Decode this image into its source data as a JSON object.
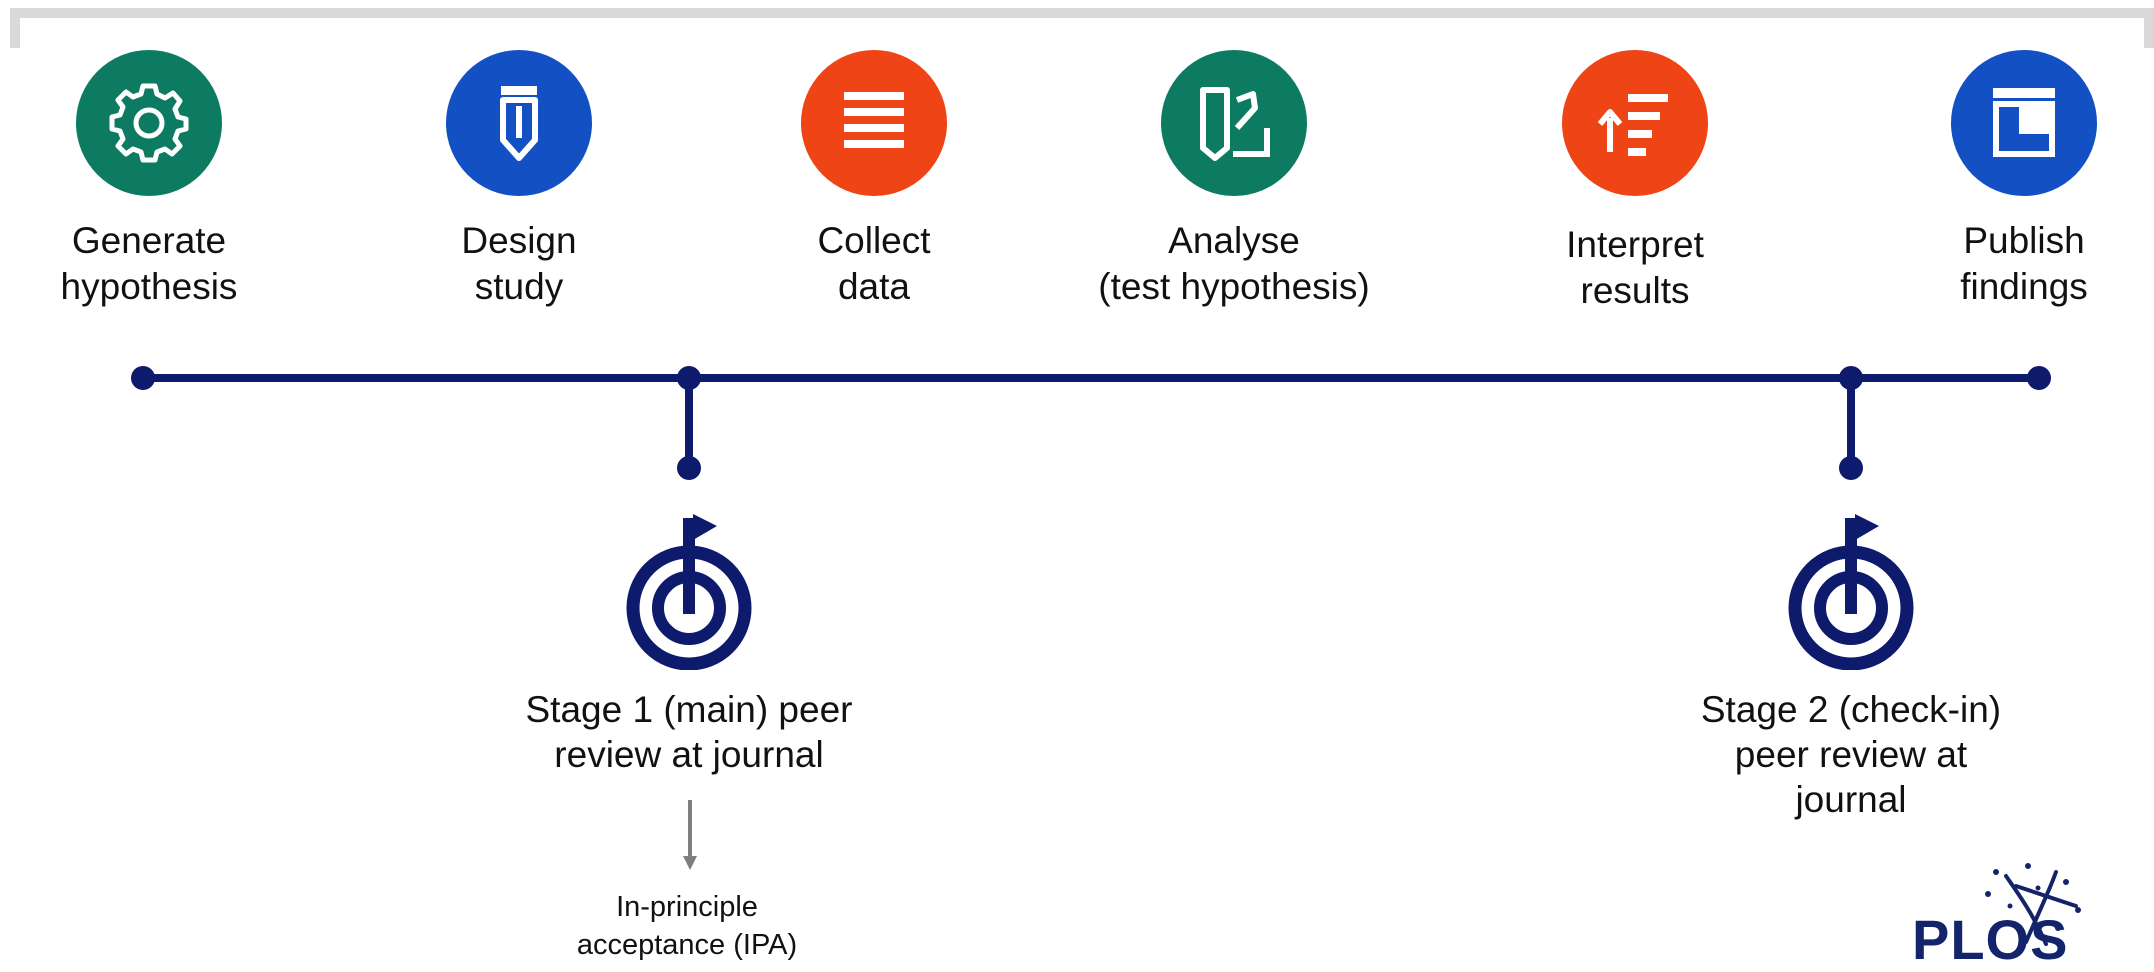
{
  "steps": [
    {
      "label": "Generate\nhypothesis",
      "icon": "gear-icon",
      "color": "#0d7b62"
    },
    {
      "label": "Design\nstudy",
      "icon": "pencil-icon",
      "color": "#1350c4"
    },
    {
      "label": "Collect\ndata",
      "icon": "list-icon",
      "color": "#ee4416"
    },
    {
      "label": "Analyse\n(test hypothesis)",
      "icon": "analyse-icon",
      "color": "#0d7b62"
    },
    {
      "label": "Interpret\nresults",
      "icon": "sort-icon",
      "color": "#ee4416"
    },
    {
      "label": "Publish\nfindings",
      "icon": "window-icon",
      "color": "#1350c4"
    }
  ],
  "reviews": [
    {
      "label": "Stage 1 (main) peer\nreview at journal",
      "icon": "target-flag-icon"
    },
    {
      "label": "Stage 2 (check-in)\npeer review at\njournal",
      "icon": "target-flag-icon"
    }
  ],
  "ipa": {
    "label": "In-principle\nacceptance (IPA)"
  },
  "logo": {
    "text": "PLOS",
    "color": "#14246b"
  },
  "colors": {
    "timeline": "#0e1a6b",
    "arrow": "#7f7f7f",
    "frame": "#d9d9d9"
  }
}
